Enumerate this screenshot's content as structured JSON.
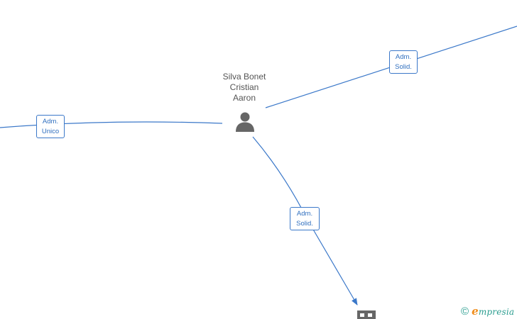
{
  "center_person": {
    "name_lines": [
      "Silva Bonet",
      "Cristian",
      "Aaron"
    ],
    "icon": "person-icon"
  },
  "relations": [
    {
      "id": "left",
      "label_lines": [
        "Adm.",
        "Unico"
      ]
    },
    {
      "id": "top-right",
      "label_lines": [
        "Adm.",
        "Solid."
      ]
    },
    {
      "id": "bottom",
      "label_lines": [
        "Adm.",
        "Solid."
      ]
    }
  ],
  "company_node": {
    "icon": "building-icon"
  },
  "brand": {
    "copyright_symbol": "©",
    "first_letter": "e",
    "rest": "mpresia"
  },
  "colors": {
    "edge": "#3b78c9",
    "label_text": "#2f6fbf",
    "node_icon": "#666666",
    "name_text": "#555555",
    "brand_teal": "#2a9d8f",
    "brand_orange": "#f08c1a"
  }
}
